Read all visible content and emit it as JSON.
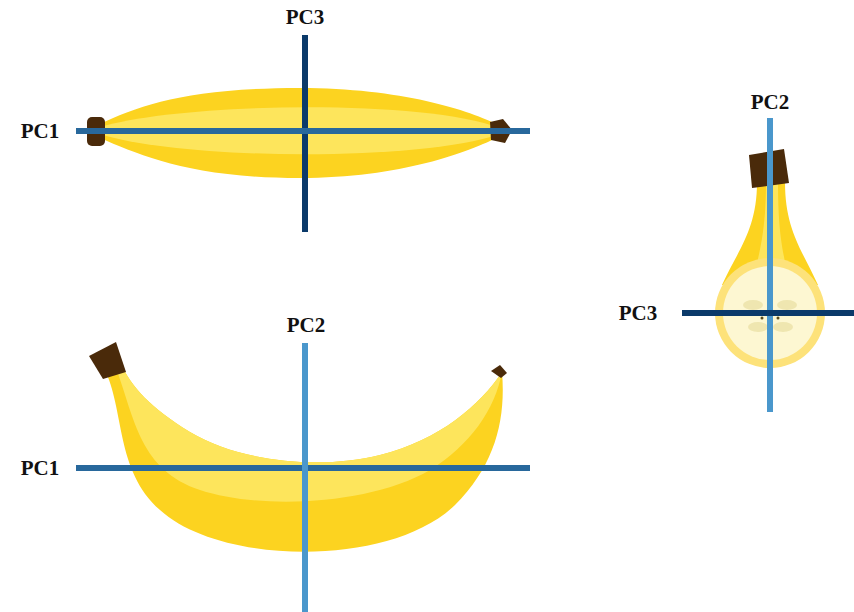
{
  "diagram": {
    "labels": [
      "PC3",
      "PC2",
      "PC1",
      "PC3",
      "PC2",
      "PC1"
    ]
  }
}
